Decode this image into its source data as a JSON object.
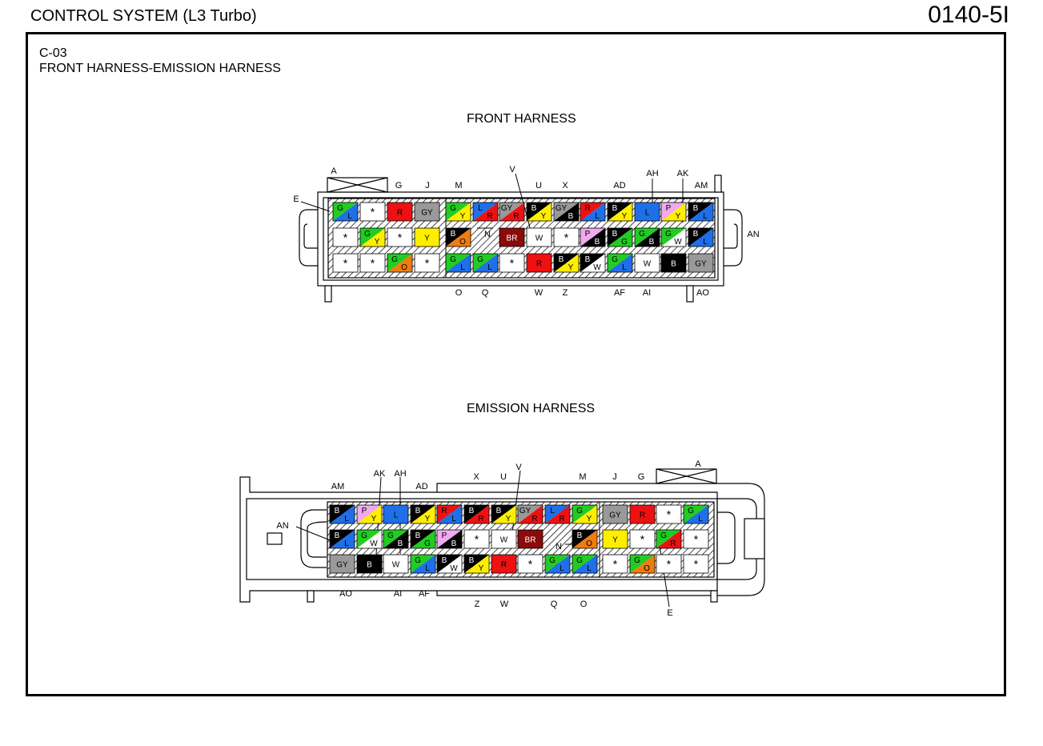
{
  "header": {
    "title": "CONTROL SYSTEM (L3 Turbo)",
    "code": "0140-5I"
  },
  "connector": {
    "id": "C-03",
    "name": "FRONT HARNESS-EMISSION HARNESS"
  },
  "colors": {
    "G": "#22cc22",
    "L": "#1e6fe8",
    "R": "#ee1111",
    "Y": "#ffee00",
    "B": "#000000",
    "W": "#ffffff",
    "O": "#f07c10",
    "P": "#f0aaf0",
    "GY": "#999999",
    "BR": "#8b0a0a"
  },
  "front": {
    "title": "FRONT HARNESS",
    "top_labels": [
      "A",
      "G",
      "J",
      "M",
      "V",
      "U",
      "X",
      "AD",
      "AH",
      "AK",
      "AM"
    ],
    "bottom_labels": [
      "O",
      "Q",
      "W",
      "Z",
      "AF",
      "AI",
      "AO"
    ],
    "side_labels": [
      "E",
      "N",
      "AN"
    ],
    "rows": [
      [
        "G/L",
        "*",
        "R",
        "GY",
        "G/Y",
        "L/R",
        "GY/R",
        "B/Y",
        "GY/B",
        "R/L",
        "B/Y",
        "L",
        "P/Y",
        "B/L"
      ],
      [
        "*",
        "G/Y",
        "*",
        "Y",
        "B/O",
        "",
        "BR",
        "W",
        "*",
        "P/B",
        "B/G",
        "G/B",
        "G/W",
        "B/L"
      ],
      [
        "*",
        "*",
        "G/O",
        "*",
        "G/L",
        "G/L",
        "*",
        "R",
        "B/Y",
        "B/W",
        "G/L",
        "W",
        "B",
        "GY"
      ]
    ]
  },
  "emission": {
    "title": "EMISSION HARNESS",
    "top_labels": [
      "AM",
      "AK",
      "AH",
      "AD",
      "X",
      "U",
      "V",
      "M",
      "J",
      "G",
      "A"
    ],
    "bottom_labels": [
      "AO",
      "AI",
      "AF",
      "Z",
      "W",
      "Q",
      "O"
    ],
    "side_labels": [
      "AN",
      "N",
      "E"
    ],
    "rows": [
      [
        "B/L",
        "P/Y",
        "L",
        "B/Y",
        "R/L",
        "B/R",
        "B/Y",
        "GY/R",
        "L/R",
        "G/Y",
        "GY",
        "R",
        "*",
        "G/L"
      ],
      [
        "B/L",
        "G/W",
        "G/B",
        "B/G",
        "P/B",
        "*",
        "W",
        "BR",
        "",
        "B/O",
        "Y",
        "*",
        "G/R",
        "*"
      ],
      [
        "GY",
        "B",
        "W",
        "G/L",
        "B/W",
        "B/Y",
        "R",
        "*",
        "G/L",
        "G/L",
        "*",
        "G/O",
        "*",
        "*"
      ]
    ]
  }
}
